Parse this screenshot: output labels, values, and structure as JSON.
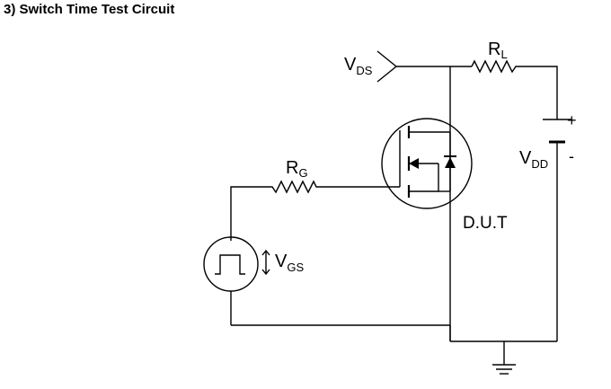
{
  "heading": "3) Switch Time Test Circuit",
  "labels": {
    "vds": {
      "main": "V",
      "sub": "DS"
    },
    "rl": {
      "main": "R",
      "sub": "L"
    },
    "vdd": {
      "main": "V",
      "sub": "DD"
    },
    "rg": {
      "main": "R",
      "sub": "G"
    },
    "vgs": {
      "main": "V",
      "sub": "GS"
    },
    "dut": "D.U.T",
    "plus": "+",
    "minus": "-"
  }
}
